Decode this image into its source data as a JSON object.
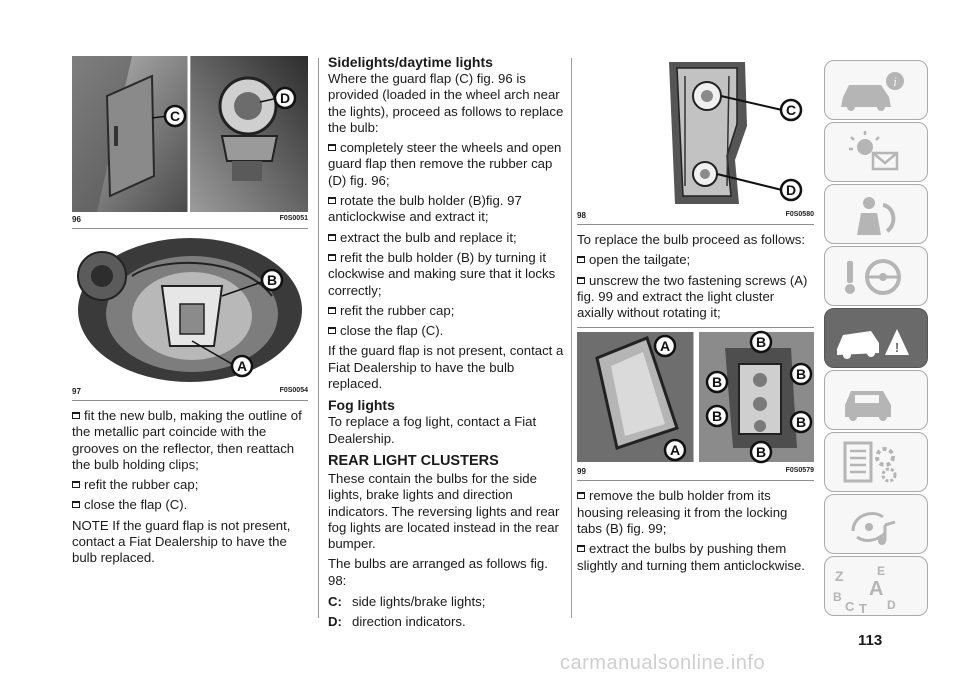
{
  "figures": {
    "fig96": {
      "number": "96",
      "code": "F0S0051",
      "labels": [
        "C",
        "D"
      ]
    },
    "fig97": {
      "number": "97",
      "code": "F0S0054",
      "labels": [
        "B",
        "A"
      ]
    },
    "fig98": {
      "number": "98",
      "code": "F0S0580",
      "labels": [
        "C",
        "D"
      ]
    },
    "fig99": {
      "number": "99",
      "code": "F0S0579",
      "labels": [
        "A",
        "B",
        "B",
        "B",
        "B",
        "B",
        "B",
        "A"
      ]
    }
  },
  "col1": {
    "bullets": [
      "fit the new bulb, making the outline of the metallic part coincide with the grooves on the reflector, then reattach the bulb holding clips;",
      "refit the rubber cap;",
      "close the flap (C)."
    ],
    "note": "NOTE If the guard flap is not present, contact a Fiat Dealership to have the bulb replaced."
  },
  "col2": {
    "heading": "Sidelights/daytime lights",
    "intro": "Where the guard flap (C) fig. 96 is provided (loaded in the wheel arch near the lights), proceed as follows to replace the bulb:",
    "bullets": [
      "completely steer the wheels and open guard flap then remove the rubber cap (D) fig. 96;",
      "rotate the bulb holder (B)fig. 97 anticlockwise and extract it;",
      "extract the bulb and replace it;",
      "refit the bulb holder (B) by turning it clockwise and making sure that it locks correctly;",
      "refit the rubber cap;",
      "close the flap (C)."
    ],
    "after": "If the guard flap is not present, contact a Fiat Dealership to have the bulb replaced.",
    "fog_heading": "Fog lights",
    "fog_text": "To replace a fog light, contact a Fiat Dealership.",
    "rear_heading": "REAR LIGHT CLUSTERS",
    "rear_text1": "These contain the bulbs for the side lights, brake lights and direction indicators. The reversing lights and rear fog lights are located instead in the rear bumper.",
    "rear_text2": "The bulbs are arranged as follows fig. 98:",
    "legend": [
      {
        "key": "C:",
        "value": "side lights/brake lights;"
      },
      {
        "key": "D:",
        "value": "direction indicators."
      }
    ]
  },
  "col3": {
    "intro": "To replace the bulb proceed as follows:",
    "bullets1": [
      "open the tailgate;",
      "unscrew the two fastening screws (A) fig. 99 and extract the light cluster axially without rotating it;"
    ],
    "bullets2": [
      "remove the bulb holder from its housing releasing it from the locking tabs (B) fig. 99;",
      "extract the bulbs by pushing them slightly and turning them anticlockwise."
    ]
  },
  "sidebar": {
    "tabs": [
      "car-info-icon",
      "warning-lights-icon",
      "safety-airbag-icon",
      "starting-driving-icon",
      "emergency-icon",
      "maintenance-icon",
      "technical-data-icon",
      "multimedia-icon",
      "index-icon"
    ],
    "active_index": 4,
    "index_letters": [
      "Z",
      "E",
      "A",
      "B",
      "C",
      "T",
      "D"
    ]
  },
  "page_number": "113",
  "watermark": "carmanualsonline.info"
}
